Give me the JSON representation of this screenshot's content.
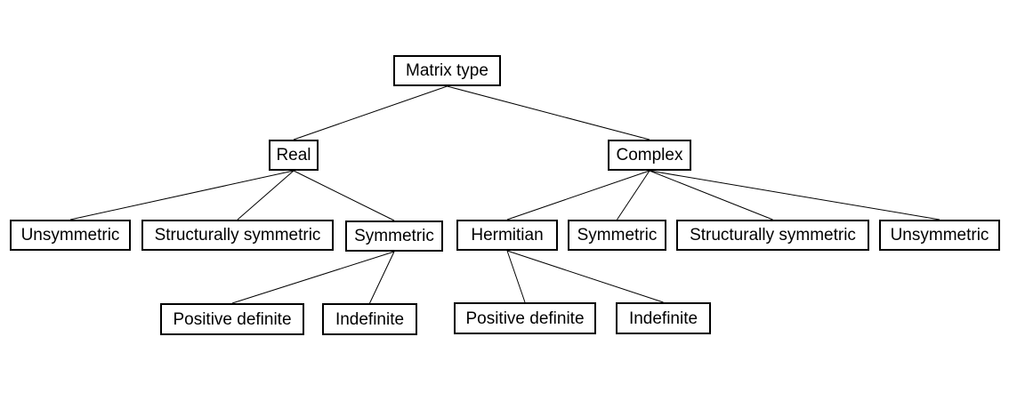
{
  "diagram": {
    "nodes": [
      {
        "id": "matrix-type",
        "label": "Matrix type"
      },
      {
        "id": "real",
        "label": "Real"
      },
      {
        "id": "complex",
        "label": "Complex"
      },
      {
        "id": "real-unsymmetric",
        "label": "Unsymmetric"
      },
      {
        "id": "real-structurally-symmetric",
        "label": "Structurally symmetric"
      },
      {
        "id": "real-symmetric",
        "label": "Symmetric"
      },
      {
        "id": "complex-hermitian",
        "label": "Hermitian"
      },
      {
        "id": "complex-symmetric",
        "label": "Symmetric"
      },
      {
        "id": "complex-structurally-symmetric",
        "label": "Structurally symmetric"
      },
      {
        "id": "complex-unsymmetric",
        "label": "Unsymmetric"
      },
      {
        "id": "real-symmetric-positive-definite",
        "label": "Positive definite"
      },
      {
        "id": "real-symmetric-indefinite",
        "label": "Indefinite"
      },
      {
        "id": "hermitian-positive-definite",
        "label": "Positive definite"
      },
      {
        "id": "hermitian-indefinite",
        "label": "Indefinite"
      }
    ],
    "edges": [
      {
        "from": "matrix-type",
        "to": "real"
      },
      {
        "from": "matrix-type",
        "to": "complex"
      },
      {
        "from": "real",
        "to": "real-unsymmetric"
      },
      {
        "from": "real",
        "to": "real-structurally-symmetric"
      },
      {
        "from": "real",
        "to": "real-symmetric"
      },
      {
        "from": "real-symmetric",
        "to": "real-symmetric-positive-definite"
      },
      {
        "from": "real-symmetric",
        "to": "real-symmetric-indefinite"
      },
      {
        "from": "complex",
        "to": "complex-hermitian"
      },
      {
        "from": "complex",
        "to": "complex-symmetric"
      },
      {
        "from": "complex",
        "to": "complex-structurally-symmetric"
      },
      {
        "from": "complex",
        "to": "complex-unsymmetric"
      },
      {
        "from": "complex-hermitian",
        "to": "hermitian-positive-definite"
      },
      {
        "from": "complex-hermitian",
        "to": "hermitian-indefinite"
      }
    ],
    "colors": {
      "background": "#ffffff",
      "box_fill": "#ffffff",
      "box_border": "#000000",
      "line": "#000000",
      "text": "#000000"
    }
  }
}
